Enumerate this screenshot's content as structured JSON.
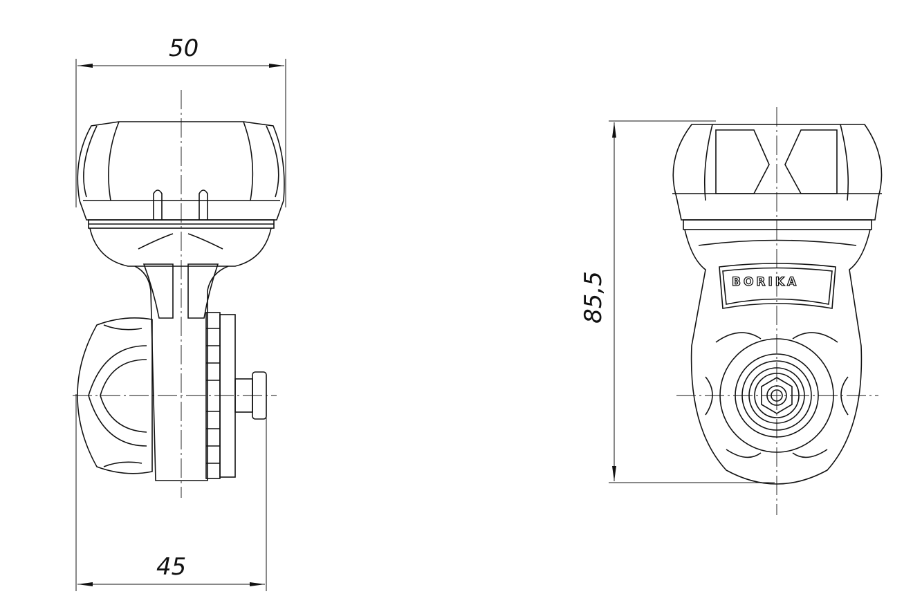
{
  "drawing": {
    "side_view": {
      "dimensions": {
        "top_width": "50",
        "bottom_width": "45"
      }
    },
    "front_view": {
      "dimensions": {
        "height": "85,5"
      },
      "brand_label": "BORIKA"
    },
    "colors": {
      "line": "#111111",
      "background": "#ffffff"
    }
  }
}
